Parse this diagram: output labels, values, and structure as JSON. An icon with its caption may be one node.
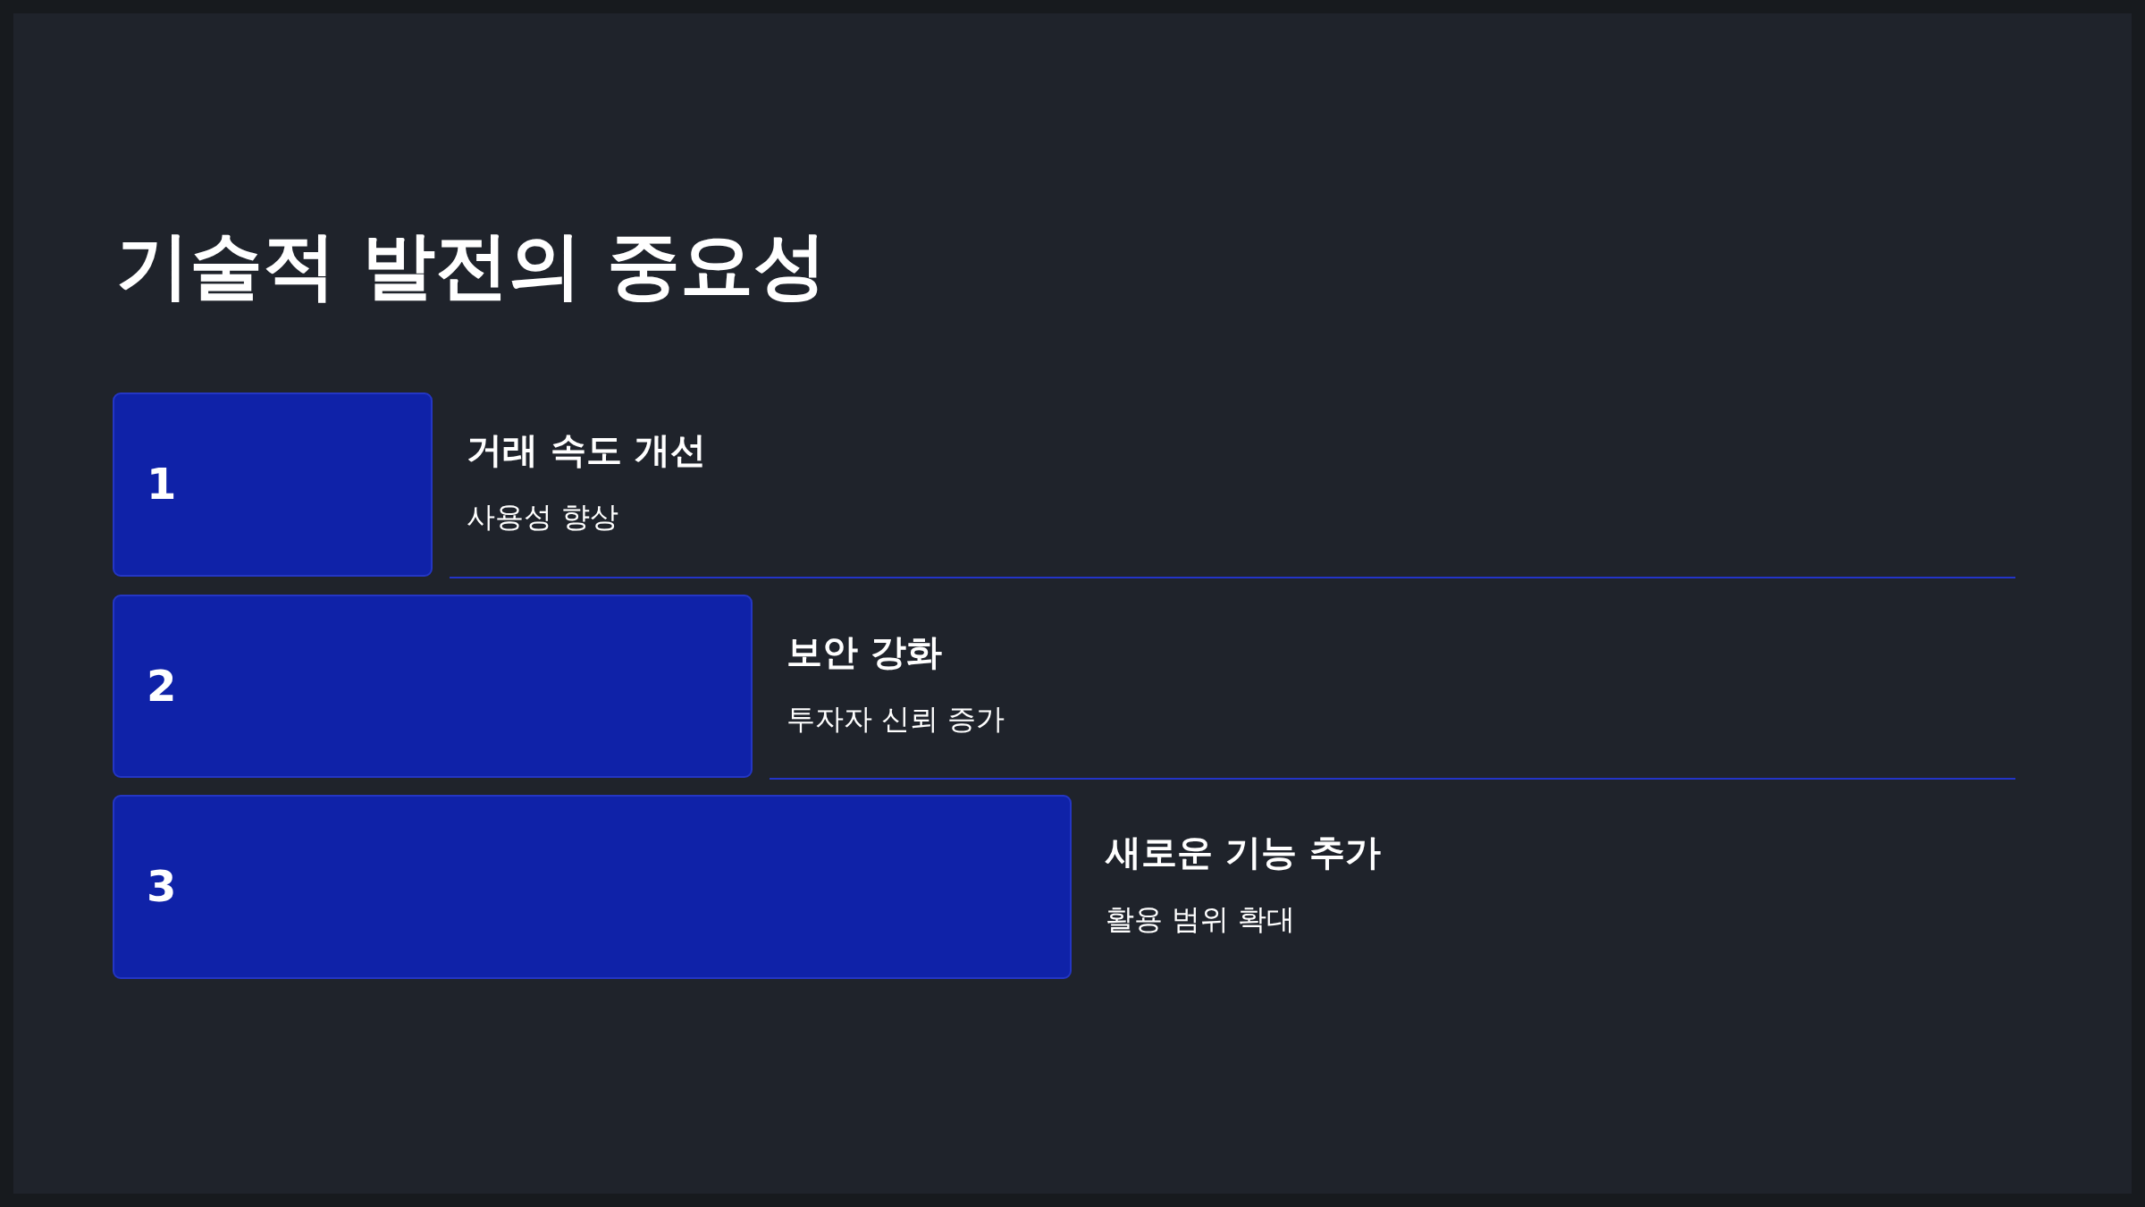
{
  "diagram": {
    "title": "기술적 발전의 중요성",
    "nodes": [
      {
        "text": [
          "1"
        ],
        "beside": [
          "거래 속도 개선",
          "사용성 향상"
        ]
      },
      {
        "text": [
          "2"
        ],
        "beside": [
          "보안 강화",
          "투자자 신뢰 증가"
        ]
      },
      {
        "text": [
          "3"
        ],
        "beside": [
          "새로운 기능 추가",
          "활용 범위 확대"
        ]
      }
    ]
  }
}
